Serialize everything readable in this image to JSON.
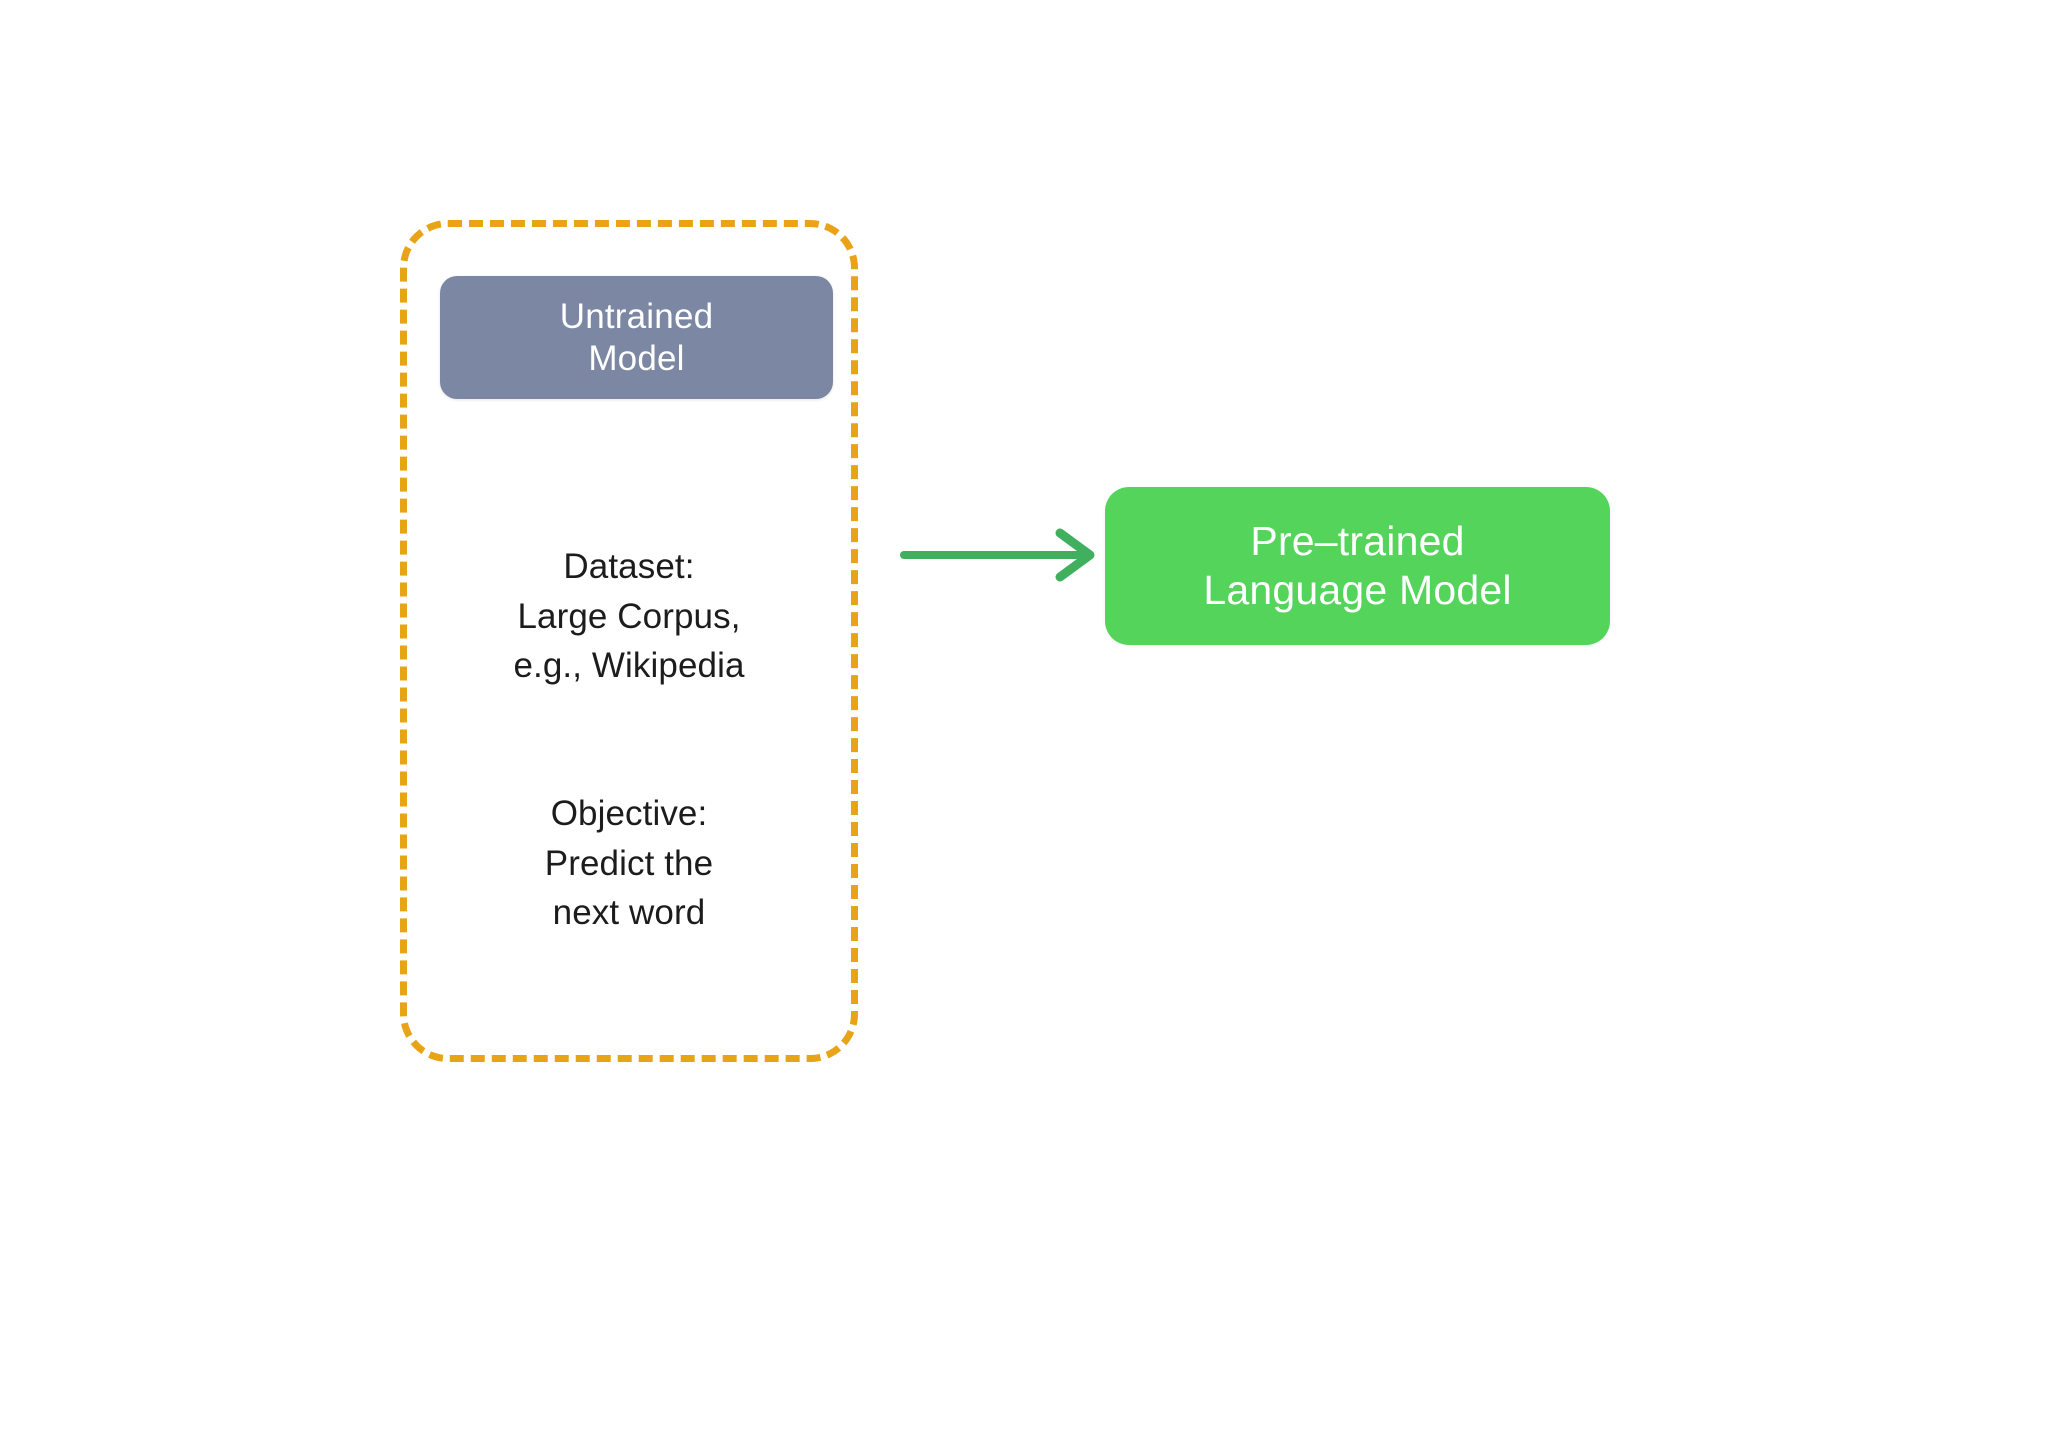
{
  "diagram": {
    "background_color": "#FFFFFF",
    "stage_group": {
      "name": "pre-training-stage",
      "border_color": "#E8A317",
      "border_style": "dashed",
      "label": ""
    },
    "nodes": [
      {
        "id": "untrained-model",
        "label": "Untrained\nModel",
        "fill_color": "#7C88A3",
        "text_color": "#FFFFFF"
      },
      {
        "id": "pre-trained-language-model",
        "label": "Pre–trained\nLanguage Model",
        "fill_color": "#54D45B",
        "text_color": "#FFFFFF"
      }
    ],
    "annotations": [
      {
        "id": "dataset",
        "text": "Dataset:\nLarge Corpus,\ne.g., Wikipedia",
        "text_color": "#1C1C1C"
      },
      {
        "id": "objective",
        "text": "Objective:\nPredict the\nnext word",
        "text_color": "#1C1C1C"
      }
    ],
    "connector": {
      "id": "untrained-to-pretrained-arrow",
      "color": "#41B05E",
      "direction": "right",
      "label": ""
    }
  }
}
